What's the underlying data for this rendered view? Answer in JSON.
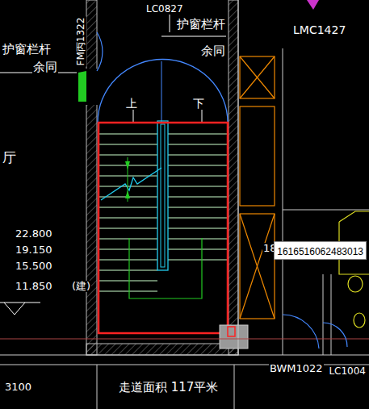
{
  "diagram": {
    "nodes": [
      {
        "text": [
          "1616516062483013"
        ]
      }
    ],
    "labels": [
      "LC0827",
      "护窗栏杆",
      "余同",
      "护窗栏杆",
      "余同",
      "LMC1427",
      "FM丙1322",
      "上",
      "下",
      "厅",
      "22.800",
      "19.150",
      "15.500",
      "11.850",
      "(建)",
      "18",
      "BWM1022",
      "LC1004",
      "3100",
      "走道面积 117平米"
    ]
  }
}
